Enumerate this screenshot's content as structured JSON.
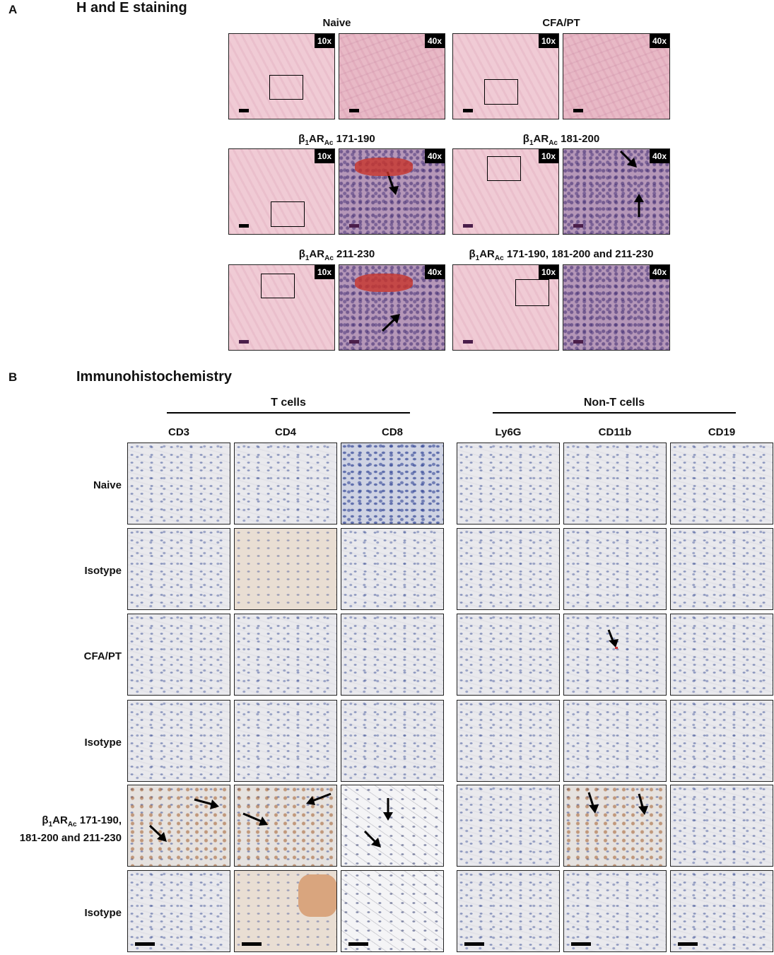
{
  "panel_a": {
    "letter": "A",
    "title": "H and E staining",
    "groups": [
      {
        "title": "Naive"
      },
      {
        "title": "CFA/PT"
      },
      {
        "title_prefix": "β",
        "title_sub1": "1",
        "title_mid": "AR",
        "title_sub2": "Ac",
        "title_suffix": " 171-190"
      },
      {
        "title_prefix": "β",
        "title_sub1": "1",
        "title_mid": "AR",
        "title_sub2": "Ac",
        "title_suffix": " 181-200"
      },
      {
        "title_prefix": "β",
        "title_sub1": "1",
        "title_mid": "AR",
        "title_sub2": "Ac",
        "title_suffix": " 211-230"
      },
      {
        "title_prefix": "β",
        "title_sub1": "1",
        "title_mid": "AR",
        "title_sub2": "Ac",
        "title_suffix": " 171-190, 181-200 and 211-230"
      }
    ],
    "mag_low": "10x",
    "mag_high": "40x"
  },
  "panel_b": {
    "letter": "B",
    "title": "Immunohistochemistry",
    "group_t": "T cells",
    "group_nont": "Non-T cells",
    "columns": [
      "CD3",
      "CD4",
      "CD8",
      "Ly6G",
      "CD11b",
      "CD19"
    ],
    "rows": [
      {
        "label": "Naive"
      },
      {
        "label": "Isotype"
      },
      {
        "label": "CFA/PT"
      },
      {
        "label": "Isotype"
      },
      {
        "label_prefix": "β",
        "label_sub1": "1",
        "label_mid": "AR",
        "label_sub2": "Ac",
        "label_line1_suffix": " 171-190,",
        "label_line2": "181-200 and 211-230"
      },
      {
        "label": "Isotype"
      }
    ]
  }
}
